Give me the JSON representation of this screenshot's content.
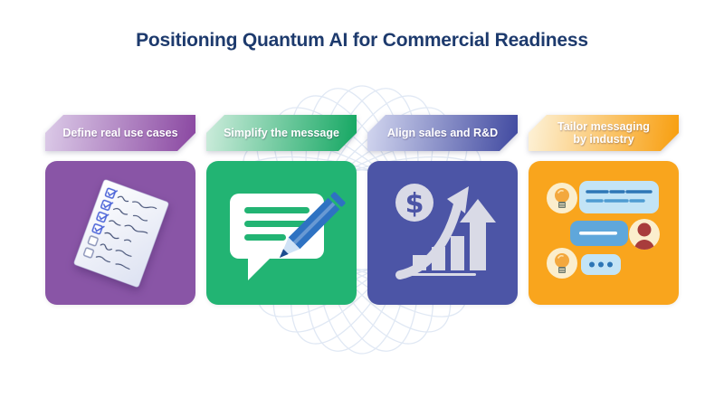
{
  "title": "Positioning Quantum AI for Commercial Readiness",
  "title_color": "#1d3a6d",
  "background_pattern": {
    "name": "ellipse-rose-watermark",
    "color": "#dde6f3"
  },
  "cards": [
    {
      "label": "Define real use cases",
      "icon": "checklist-icon",
      "body_color": "#8955a6",
      "header_gradient": [
        "#dccbe8",
        "#8a47a1"
      ]
    },
    {
      "label": "Simplify the message",
      "icon": "speech-bubble-pencil-icon",
      "body_color": "#22b473",
      "header_gradient": [
        "#cdecdc",
        "#14a762"
      ]
    },
    {
      "label": "Align sales and R&D",
      "icon": "dollar-growth-arrow-icon",
      "body_color": "#4c55a6",
      "header_gradient": [
        "#d2d6ef",
        "#4049a0"
      ]
    },
    {
      "label": "Tailor messaging by industry",
      "icon": "chat-conversation-icon",
      "body_color": "#f9a51d",
      "header_gradient": [
        "#fdf2d8",
        "#f89e0e"
      ]
    }
  ]
}
